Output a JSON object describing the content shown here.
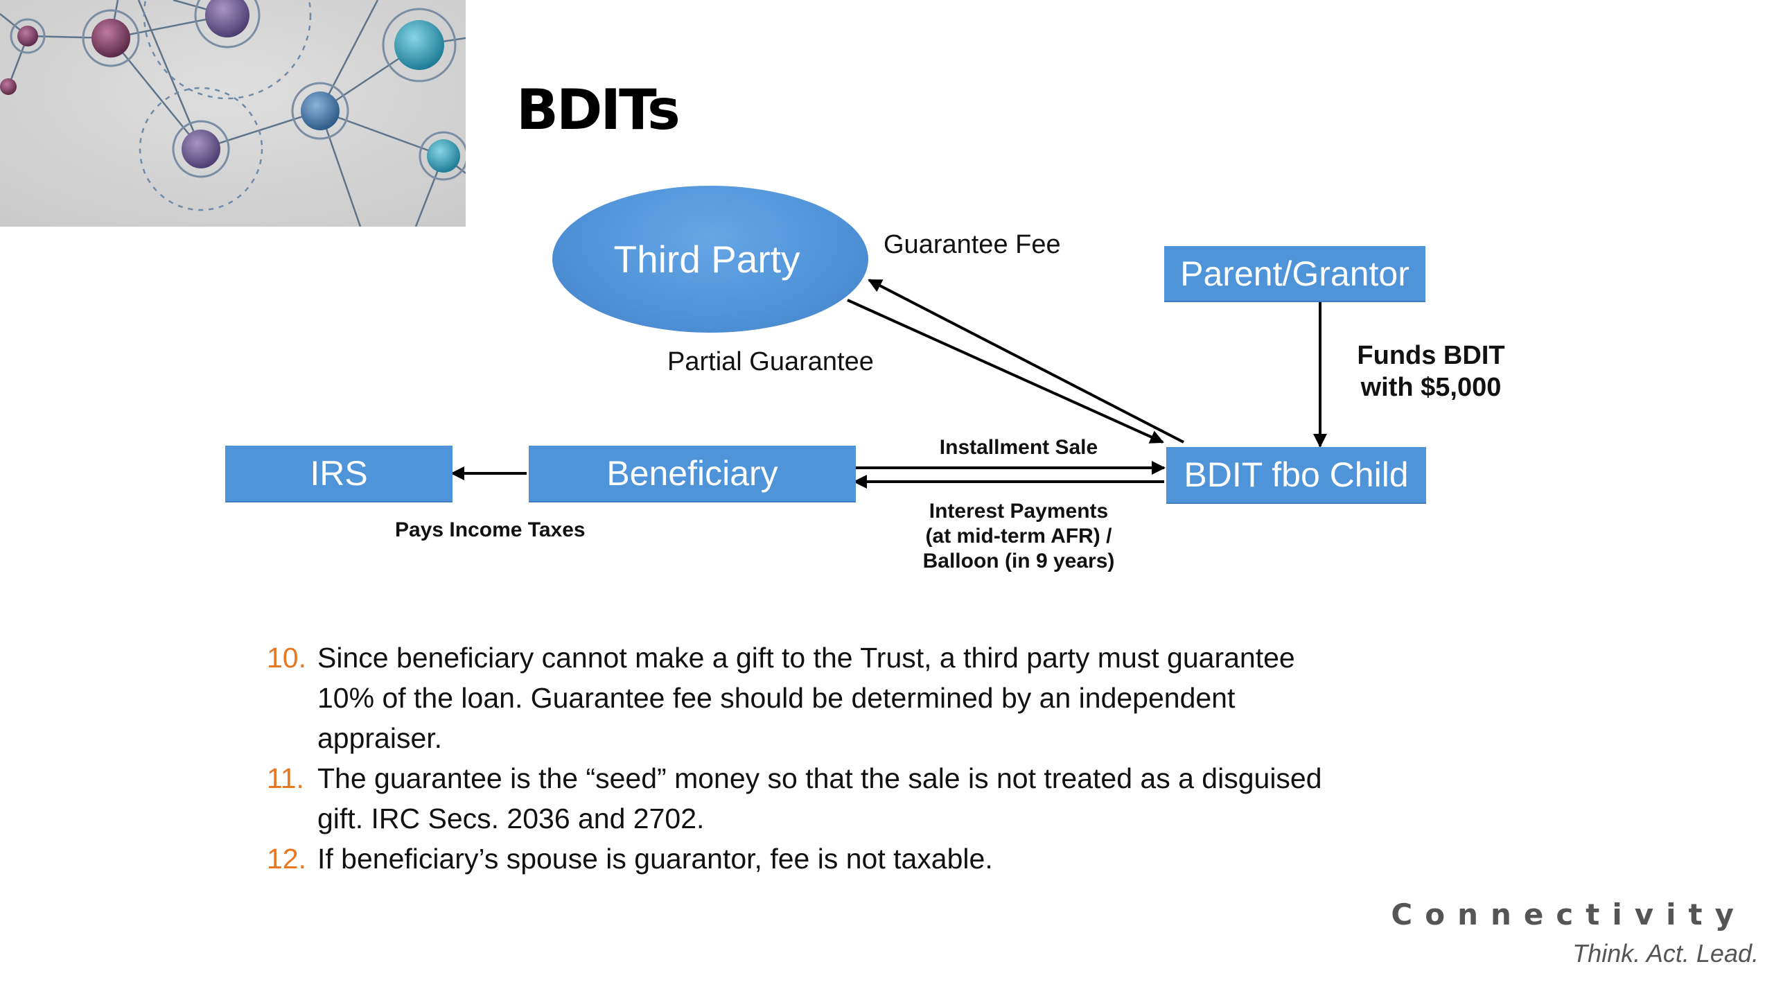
{
  "title": "BDITs",
  "nodes": {
    "third_party": "Third Party",
    "parent_grantor": "Parent/Grantor",
    "irs": "IRS",
    "beneficiary": "Beneficiary",
    "bdit": "BDIT fbo Child"
  },
  "edges": {
    "guarantee_fee": "Guarantee Fee",
    "partial_guarantee": "Partial Guarantee",
    "funds_bdit": [
      "Funds BDIT",
      "with $5,000"
    ],
    "installment_sale": "Installment Sale",
    "interest_payments": [
      "Interest Payments",
      "(at mid-term AFR) /",
      "Balloon (in 9 years)"
    ],
    "pays_income_taxes": "Pays Income Taxes"
  },
  "notes": [
    {
      "number": "10.",
      "lines": [
        "Since beneficiary cannot make a gift to the Trust, a third party must guarantee",
        "10% of the loan. Guarantee fee should be determined by an independent",
        "appraiser."
      ]
    },
    {
      "number": "11.",
      "lines": [
        "The guarantee is the “seed” money so that the sale is not treated as a disguised",
        "gift. IRC Secs. 2036 and 2702."
      ]
    },
    {
      "number": "12.",
      "lines": [
        "If beneficiary’s spouse is guarantor, fee is not taxable."
      ]
    }
  ],
  "brand": {
    "name": "Connectivity",
    "tagline": "Think. Act. Lead."
  },
  "colors": {
    "box_fill": "#4f94d9",
    "ellipse_fill": "#4f92d8",
    "note_number": "#e87722",
    "brand_text": "#555555"
  }
}
